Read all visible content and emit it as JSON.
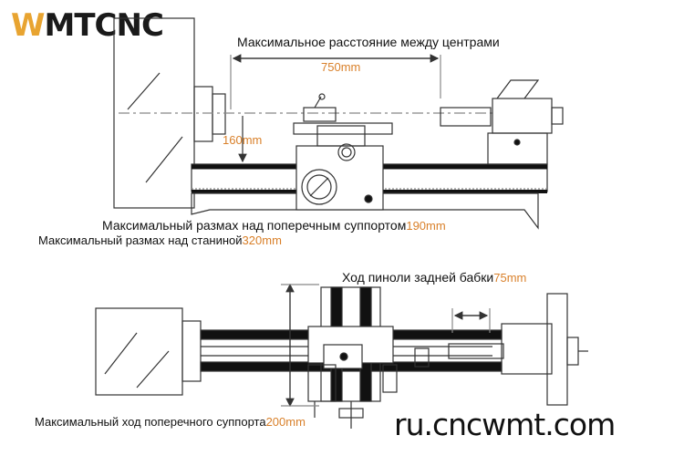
{
  "brand": {
    "logo_w": "W",
    "logo_rest": "MTCNC",
    "site": "ru.cncwmt.com"
  },
  "top_view": {
    "between_centers_label": "Максимальное расстояние между центрами",
    "between_centers_value": "750mm",
    "height_value": "160mm",
    "swing_cross_slide_label": "Максимальный размах над поперечным суппортом",
    "swing_cross_slide_value": "190mm",
    "swing_bed_label": "Максимальный размах над станиной",
    "swing_bed_value": "320mm"
  },
  "bottom_view": {
    "tailstock_quill_label": "Ход пиноли задней бабки",
    "tailstock_quill_value": "75mm",
    "cross_slide_travel_label": "Максимальный ход поперечного суппорта",
    "cross_slide_travel_value": "200mm"
  },
  "colors": {
    "accent_orange": "#d9802a",
    "logo_gold": "#e8a431",
    "ink": "#111111"
  }
}
